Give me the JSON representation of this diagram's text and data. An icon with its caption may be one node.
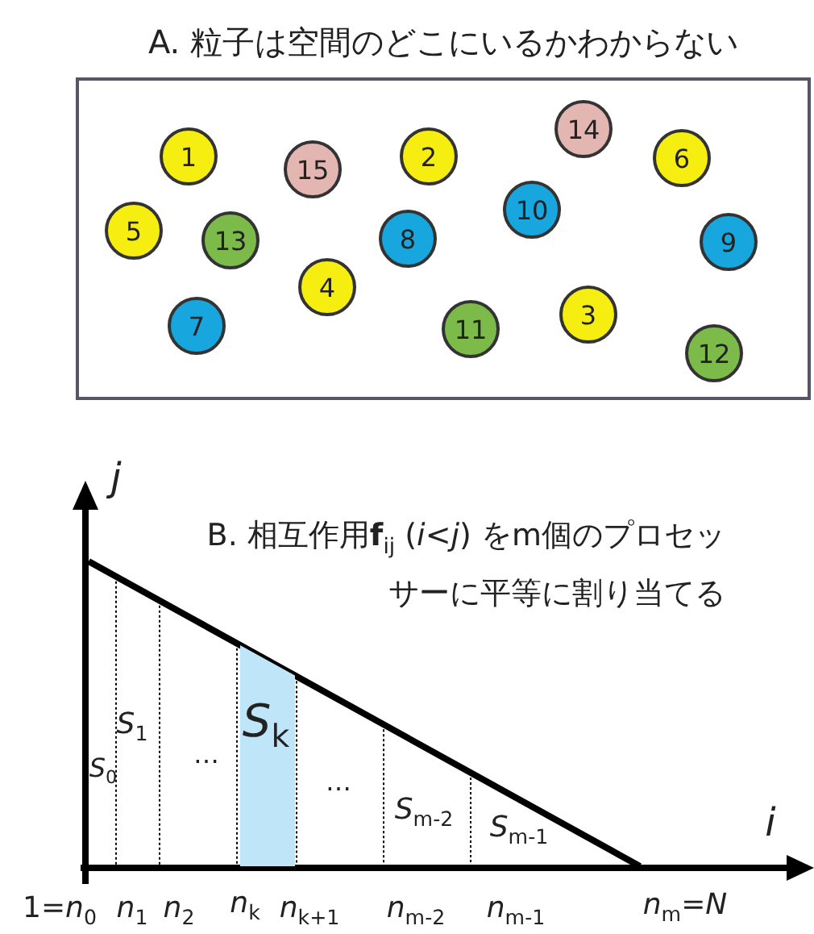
{
  "diagram": {
    "nodes": [
      {
        "text": [
          "A. 粒子は空間のどこにいるかわからない"
        ]
      },
      {
        "text": [
          "1"
        ],
        "in": 0
      },
      {
        "text": [
          "2"
        ],
        "in": 0
      },
      {
        "text": [
          "3"
        ],
        "in": 0
      },
      {
        "text": [
          "4"
        ],
        "in": 0
      },
      {
        "text": [
          "5"
        ],
        "in": 0
      },
      {
        "text": [
          "6"
        ],
        "in": 0
      },
      {
        "text": [
          "7"
        ],
        "in": 0
      },
      {
        "text": [
          "8"
        ],
        "in": 0
      },
      {
        "text": [
          "9"
        ],
        "in": 0
      },
      {
        "text": [
          "10"
        ],
        "in": 0
      },
      {
        "text": [
          "11"
        ],
        "in": 0
      },
      {
        "text": [
          "12"
        ],
        "in": 0
      },
      {
        "text": [
          "13"
        ],
        "in": 0
      },
      {
        "text": [
          "14"
        ],
        "in": 0
      },
      {
        "text": [
          "15"
        ],
        "in": 0
      },
      {
        "text": [
          "*S*$_{k}$"
        ]
      }
    ],
    "labels": [
      "*j*",
      "B. 相互作用**f**$_{ij}$ (*i*<*j*) をm個のプロセッサーに平等に割り当てる",
      "*S*$_{1}$",
      "…",
      "*S*$_{0}$",
      "…",
      "*S*$_{m-2}$",
      "*S*$_{m-1}$",
      "*i*",
      "1=*n*$_{0}$",
      "*n*$_{1}$",
      "*n*$_{2}$",
      "*n*$_{k}$",
      "*n*$_{k+1}$",
      "*n*$_{m-2}$",
      "*n*$_{m-1}$",
      "*n*$_{m}$=*N*"
    ]
  }
}
